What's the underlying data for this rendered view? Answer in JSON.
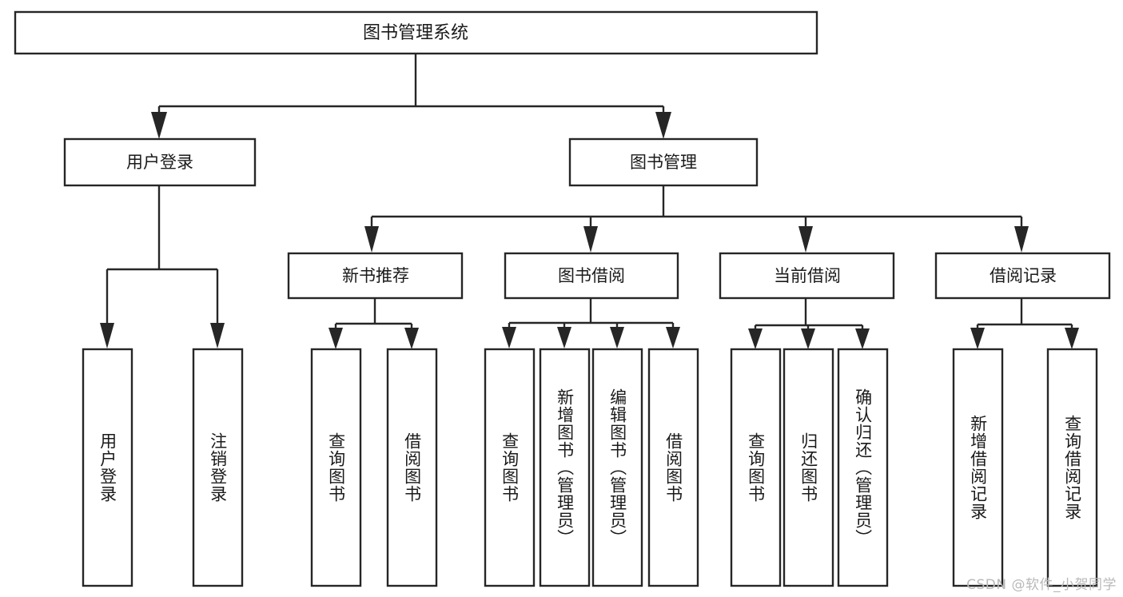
{
  "diagram": {
    "type": "tree",
    "title": "图书管理系统",
    "root": {
      "label": "图书管理系统",
      "children": [
        {
          "label": "用户登录",
          "children": [
            {
              "label": "用户登录"
            },
            {
              "label": "注销登录"
            }
          ]
        },
        {
          "label": "图书管理",
          "children": [
            {
              "label": "新书推荐",
              "children": [
                {
                  "label": "查询图书"
                },
                {
                  "label": "借阅图书"
                }
              ]
            },
            {
              "label": "图书借阅",
              "children": [
                {
                  "label": "查询图书"
                },
                {
                  "label": "新增图书（管理员）"
                },
                {
                  "label": "编辑图书（管理员）"
                },
                {
                  "label": "借阅图书"
                }
              ]
            },
            {
              "label": "当前借阅",
              "children": [
                {
                  "label": "查询图书"
                },
                {
                  "label": "归还图书"
                },
                {
                  "label": "确认归还（管理员）"
                }
              ]
            },
            {
              "label": "借阅记录",
              "children": [
                {
                  "label": "新增借阅记录"
                },
                {
                  "label": "查询借阅记录"
                }
              ]
            }
          ]
        }
      ]
    },
    "nodes": {
      "root": {
        "label": "图书管理系统"
      },
      "user_login": {
        "label": "用户登录"
      },
      "book_manage": {
        "label": "图书管理"
      },
      "new_book_rec": {
        "label": "新书推荐"
      },
      "book_borrow": {
        "label": "图书借阅"
      },
      "current_borrow": {
        "label": "当前借阅"
      },
      "borrow_record": {
        "label": "借阅记录"
      },
      "leaf_user_login": {
        "label": "用户登录"
      },
      "leaf_logout": {
        "label": "注销登录"
      },
      "leaf_query_book_1": {
        "label": "查询图书"
      },
      "leaf_borrow_book_1": {
        "label": "借阅图书"
      },
      "leaf_query_book_2": {
        "label": "查询图书"
      },
      "leaf_add_book": {
        "label": "新增图书（管理员）"
      },
      "leaf_edit_book": {
        "label": "编辑图书（管理员）"
      },
      "leaf_borrow_book_2": {
        "label": "借阅图书"
      },
      "leaf_query_book_3": {
        "label": "查询图书"
      },
      "leaf_return_book": {
        "label": "归还图书"
      },
      "leaf_confirm_return": {
        "label": "确认归还（管理员）"
      },
      "leaf_add_record": {
        "label": "新增借阅记录"
      },
      "leaf_query_record": {
        "label": "查询借阅记录"
      }
    },
    "colors": {
      "stroke": "#262626",
      "fill": "#ffffff",
      "text": "#1a1a1a",
      "watermark": "#b9b9b9"
    }
  },
  "watermark": {
    "text": "CSDN @软件_小贺同学"
  }
}
